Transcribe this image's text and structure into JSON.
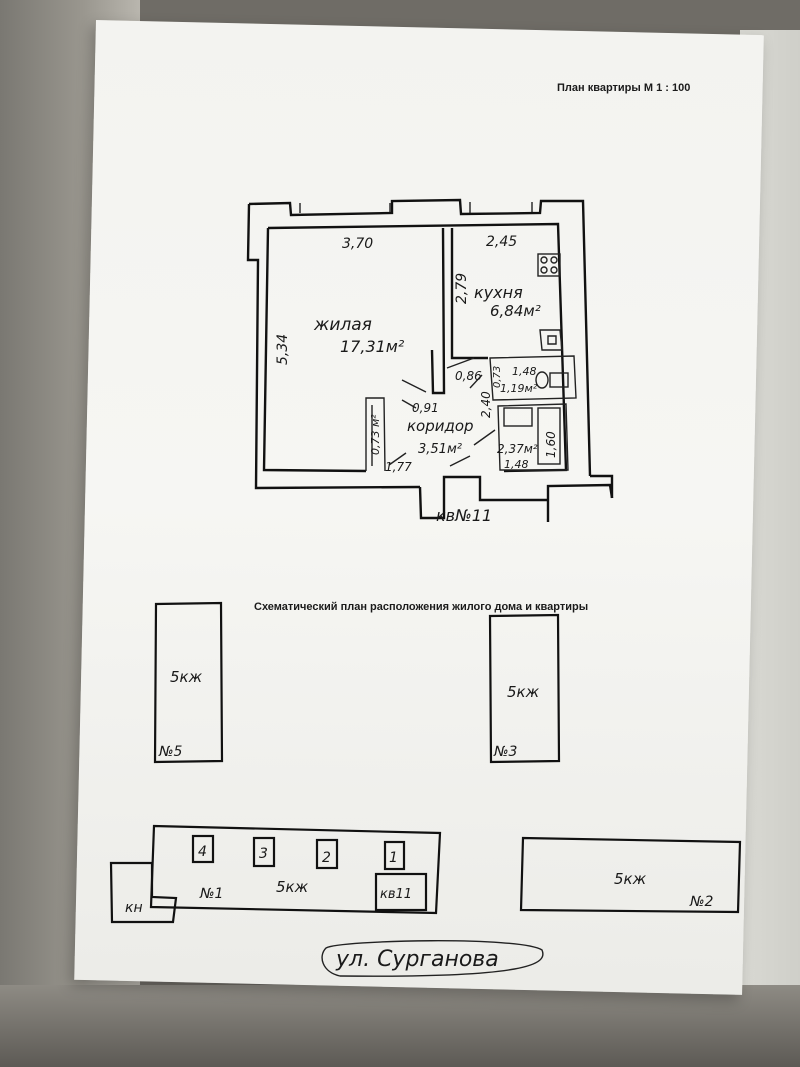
{
  "header": {
    "title": "План квартиры М 1 : 100"
  },
  "apartment_plan": {
    "apartment_label": "кв№11",
    "rooms": [
      {
        "name": "жилая",
        "area": "17,31м²"
      },
      {
        "name": "кухня",
        "area": "6,84м²"
      },
      {
        "name": "коридор",
        "area": "3,51м²"
      }
    ],
    "dimensions": {
      "living_width": "3,70",
      "living_height": "5,34",
      "kitchen_width": "2,45",
      "kitchen_height": "2,79",
      "d_086": "0,86",
      "d_091": "0,91",
      "closet_area": "0,73 м²",
      "corridor_length": "1,77",
      "d_240": "2,40",
      "d_073": "0,73",
      "d_148_top": "1,48",
      "wc_area": "1,19м²",
      "bath_area": "2,37м²",
      "d_148_bottom": "1,48",
      "d_160": "1,60"
    }
  },
  "site_plan": {
    "title": "Схематический план расположения жилого дома и квартиры",
    "buildings": [
      {
        "type": "5кж",
        "number": "№5"
      },
      {
        "type": "5кж",
        "number": "№3"
      },
      {
        "type": "5кж",
        "number": "№1"
      },
      {
        "type": "5кж",
        "number": "№2"
      }
    ],
    "entrances": [
      "4",
      "3",
      "2",
      "1"
    ],
    "apartment_marker": "кв11",
    "boiler_label": "кн",
    "street": "ул. Сурганова"
  }
}
